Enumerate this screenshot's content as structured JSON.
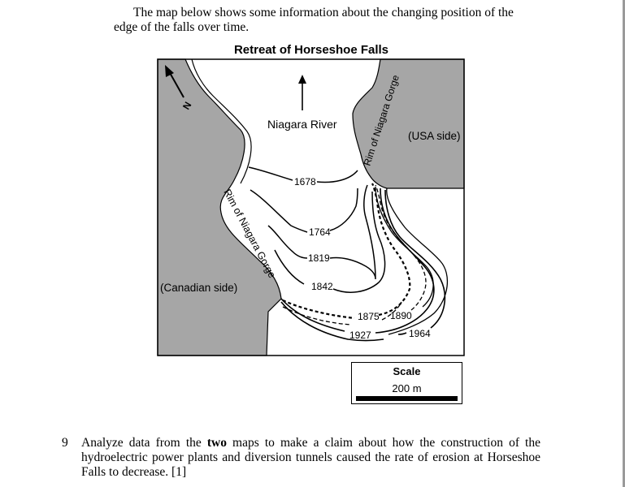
{
  "intro": {
    "line1": "The map below shows some information about the changing position of the",
    "line2": "edge of the falls over time."
  },
  "map": {
    "title": "Retreat of Horseshoe Falls",
    "labels": {
      "river": "Niagara River",
      "usa": "(USA side)",
      "canada": "(Canadian side)",
      "rim_right": "Rim of Niagara Gorge",
      "rim_left": "Rim of Niagara Gorge",
      "north": "N"
    },
    "years": [
      "1678",
      "1764",
      "1819",
      "1842",
      "1875",
      "1890",
      "1927",
      "1964"
    ],
    "colors": {
      "land": "#a6a6a6",
      "water": "#ffffff",
      "lines": "#000000"
    }
  },
  "scale": {
    "title": "Scale",
    "value": "200 m"
  },
  "question": {
    "number": "9",
    "text_before": "Analyze data from the ",
    "text_bold": "two",
    "text_after": " maps to make a claim about how the construction of the hydroelectric power plants and diversion tunnels caused the rate of erosion at Horseshoe Falls to decrease.",
    "points": "[1]"
  }
}
